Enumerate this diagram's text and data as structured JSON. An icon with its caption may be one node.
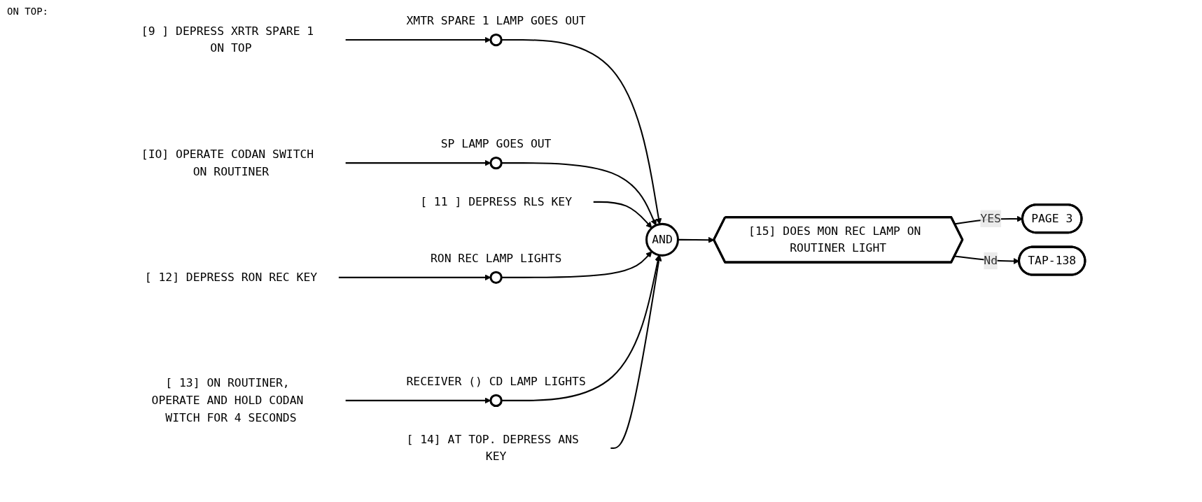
{
  "diagram": {
    "nodes": [
      {
        "text": [
          "[9 ] DEPRESS XRTR SPARE 1 ON TOP"
        ]
      },
      {
        "text": [],
        "shape": "circle",
        "beside": [
          "XMTR SPARE 1 LAMP GOES OUT"
        ]
      },
      {
        "text": [
          "[IO] OPERATE CODAN SWITCH ON ROUTINER"
        ]
      },
      {
        "text": [],
        "shape": "circle",
        "beside": [
          "SP LAMP GOES OUT"
        ]
      },
      {
        "text": [
          "[ 11 ] DEPRESS RLS KEY"
        ]
      },
      {
        "text": [
          "[ 12] DEPRESS RON REC KEY"
        ]
      },
      {
        "text": [],
        "shape": "circle",
        "beside": [
          "RON REC LAMP LIGHTS"
        ]
      },
      {
        "text": [
          "[ 13] ON ROUTINER, OPERATE AND HOLD CODAN WITCH FOR 4 SECONDS"
        ]
      },
      {
        "text": [],
        "shape": "circle",
        "beside": [
          "RECEIVER () CD LAMP LIGHTS"
        ]
      },
      {
        "text": [
          "[ 14] AT TOP. DEPRESS ANS KEY"
        ]
      },
      {
        "text": [
          "AND"
        ]
      },
      {
        "text": [
          "[15] DOES MON REC LAMP ON ROUTINER LIGHT"
        ]
      },
      {
        "text": [
          "PAGE 3"
        ]
      },
      {
        "text": [
          "TAP-138"
        ]
      }
    ],
    "edges": [
      {
        "from": 0,
        "to": 1,
        "arrow": "to"
      },
      {
        "from": 1,
        "to": 10,
        "arrow": "to"
      },
      {
        "from": 2,
        "to": 3,
        "arrow": "to"
      },
      {
        "from": 3,
        "to": 10,
        "arrow": "to"
      },
      {
        "from": 4,
        "to": 10,
        "arrow": "to"
      },
      {
        "from": 5,
        "to": 6,
        "arrow": "to"
      },
      {
        "from": 6,
        "to": 10,
        "arrow": "to"
      },
      {
        "from": 7,
        "to": 8,
        "arrow": "to"
      },
      {
        "from": 8,
        "to": 10,
        "arrow": "to"
      },
      {
        "from": 9,
        "to": 10,
        "arrow": "to"
      },
      {
        "from": 10,
        "to": 11,
        "arrow": "to"
      },
      {
        "from": 11,
        "to": 12,
        "arrow": "to",
        "label": "YES"
      },
      {
        "from": 11,
        "to": 13,
        "arrow": "to",
        "label": "Nd"
      }
    ],
    "labels": [
      "ON TOP:"
    ]
  }
}
